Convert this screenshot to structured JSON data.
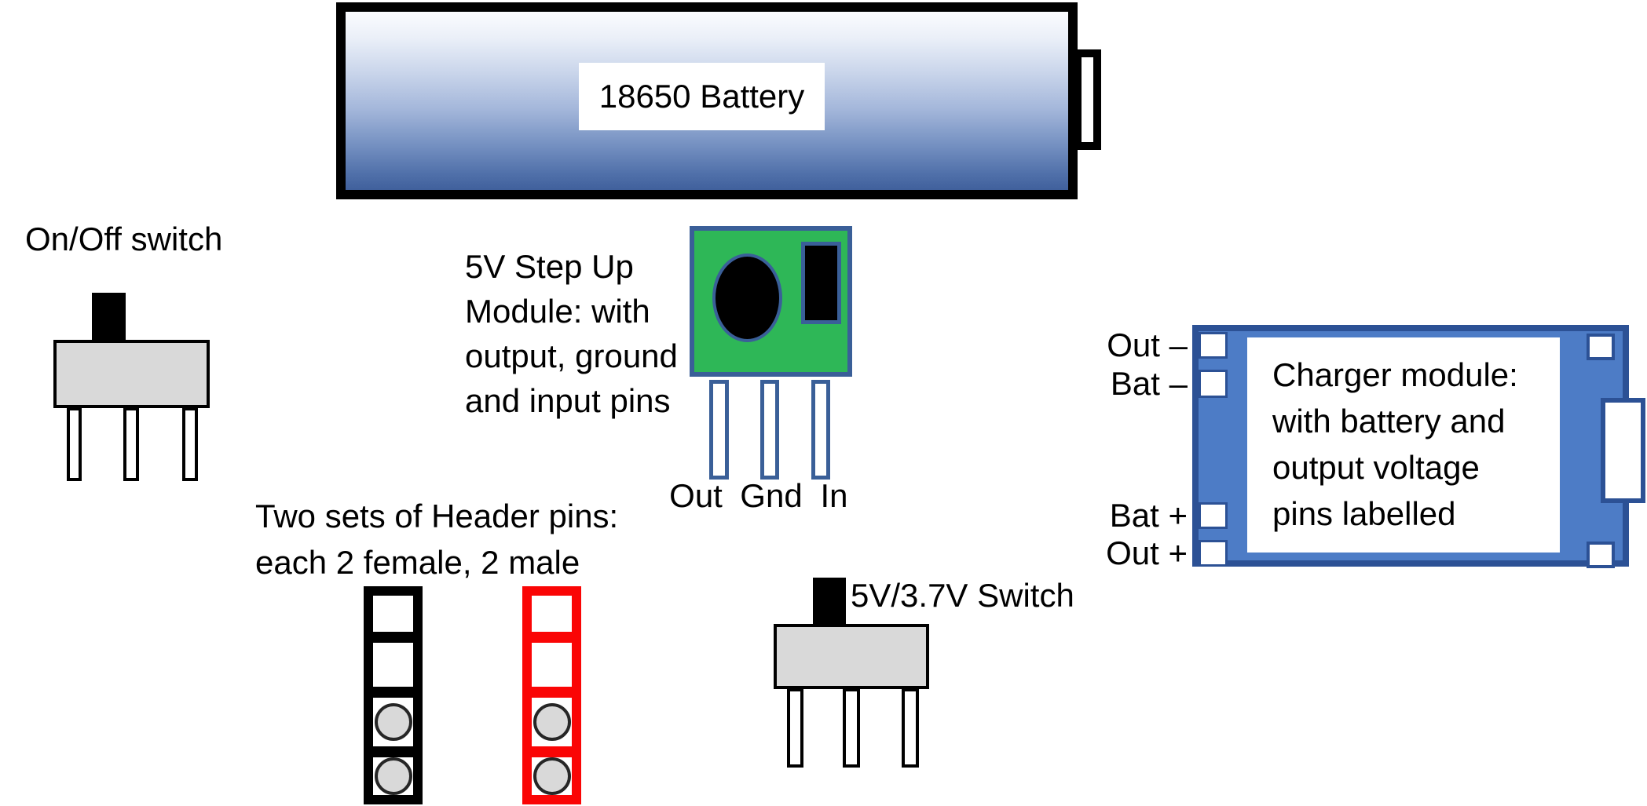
{
  "battery": {
    "label": "18650 Battery"
  },
  "on_off_switch": {
    "label": "On/Off switch"
  },
  "step_up_module": {
    "description_lines": [
      "5V Step Up",
      "Module: with",
      "output, ground",
      "and input pins"
    ],
    "pin_labels": [
      "Out",
      "Gnd",
      "In"
    ]
  },
  "header_pins": {
    "description_lines": [
      "Two sets of Header pins:",
      "each 2 female, 2 male"
    ]
  },
  "voltage_switch": {
    "label": "5V/3.7V Switch"
  },
  "charger_module": {
    "description_lines": [
      "Charger module:",
      "with battery and",
      "output voltage",
      "pins labelled"
    ],
    "pin_labels": [
      "Out –",
      "Bat –",
      "Bat +",
      "Out +"
    ]
  },
  "colors": {
    "battery_gradient_top": "#fbfcfe",
    "battery_gradient_bottom": "#40609c",
    "stepup_green": "#2eb757",
    "stepup_border_blue": "#3a5f98",
    "charger_fill_blue": "#4d7cc6",
    "charger_border_blue": "#2c5195",
    "switch_gray": "#d9d9d9",
    "header_strip_red": "#fa0505",
    "header_strip_black": "#000000",
    "socket_gray": "#d9d9d9"
  }
}
